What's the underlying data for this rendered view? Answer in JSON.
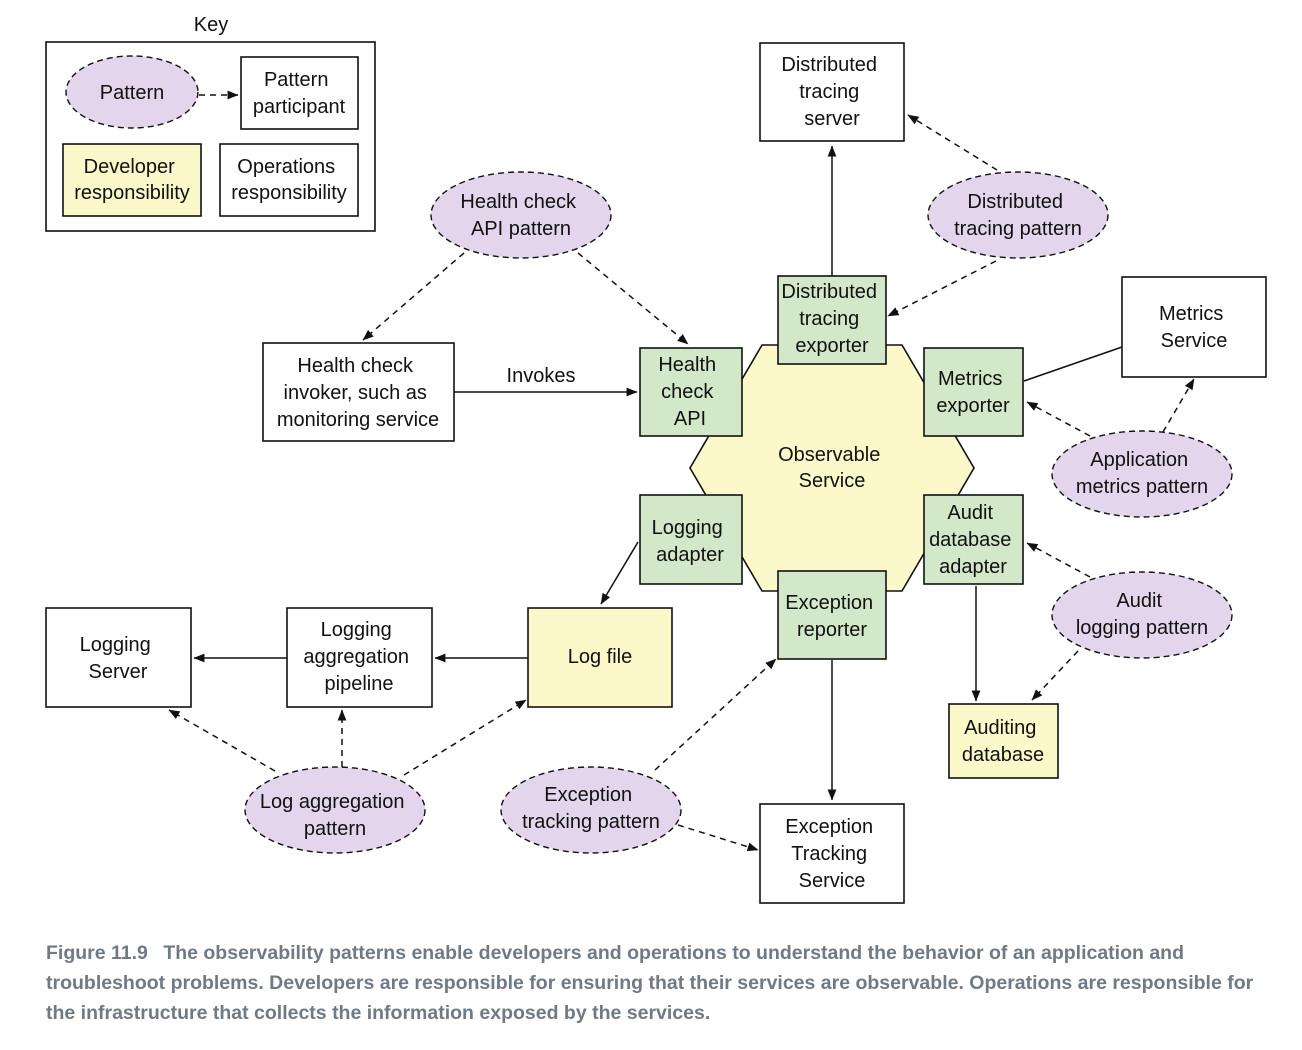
{
  "key": {
    "title": "Key",
    "pattern": "Pattern",
    "participant": [
      "Pattern",
      "participant"
    ],
    "developer": [
      "Developer",
      "responsibility"
    ],
    "operations": [
      "Operations",
      "responsibility"
    ]
  },
  "colors": {
    "pattern_fill": "#e3d6ec",
    "participant_green": "#d2e8c8",
    "developer_yellow": "#fbf8c9",
    "operations_white": "#ffffff",
    "caption_gray": "#6f7a85"
  },
  "service": [
    "Observable",
    "Service"
  ],
  "nodes": {
    "dt_server": [
      "Distributed",
      "tracing",
      "server"
    ],
    "dt_exporter": [
      "Distributed",
      "tracing",
      "exporter"
    ],
    "hc_api": [
      "Health",
      "check",
      "API"
    ],
    "metrics_exporter": [
      "Metrics",
      "exporter"
    ],
    "metrics_service": [
      "Metrics",
      "Service"
    ],
    "hc_invoker": [
      "Health check",
      "invoker, such as",
      "monitoring service"
    ],
    "logging_adapter": [
      "Logging",
      "adapter"
    ],
    "audit_adapter": [
      "Audit",
      "database",
      "adapter"
    ],
    "exception_reporter": [
      "Exception",
      "reporter"
    ],
    "log_file": [
      "Log file"
    ],
    "agg_pipeline": [
      "Logging",
      "aggregation",
      "pipeline"
    ],
    "logging_server": [
      "Logging",
      "Server"
    ],
    "auditing_db": [
      "Auditing",
      "database"
    ],
    "exception_service": [
      "Exception",
      "Tracking",
      "Service"
    ]
  },
  "patterns": {
    "health_check": [
      "Health check",
      "API pattern"
    ],
    "distributed_tracing": [
      "Distributed",
      "tracing pattern"
    ],
    "app_metrics": [
      "Application",
      "metrics pattern"
    ],
    "audit_logging": [
      "Audit",
      "logging pattern"
    ],
    "log_aggregation": [
      "Log aggregation",
      "pattern"
    ],
    "exception_tracking": [
      "Exception",
      "tracking pattern"
    ]
  },
  "edge_labels": {
    "invokes": "Invokes"
  },
  "caption": {
    "figure": "Figure 11.9",
    "text": "The observability patterns enable developers and operations to understand the behavior of an application and troubleshoot problems. Developers are responsible for ensuring that their services are observable. Operations are responsible for the infrastructure that collects the information exposed by the services."
  }
}
